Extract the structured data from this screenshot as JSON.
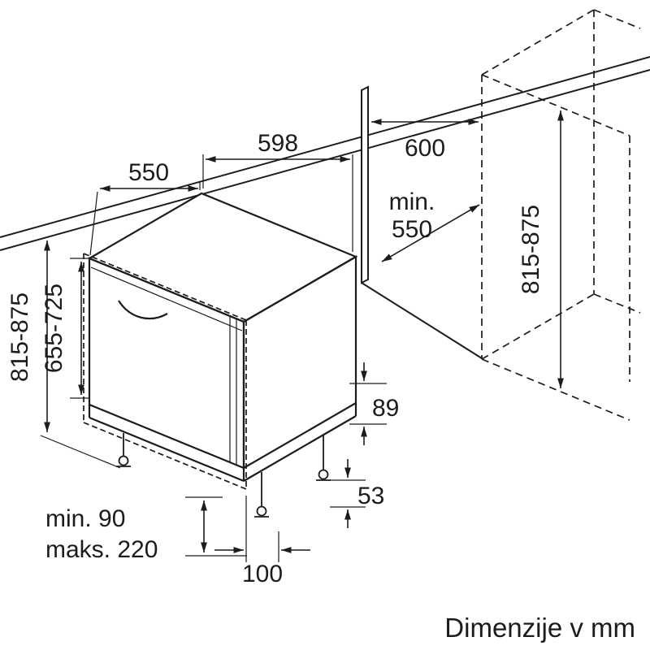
{
  "title": "Dishwasher built-in installation drawing",
  "caption": "Dimenzije v mm",
  "dimensions": {
    "top_depth": "550",
    "top_width": "598",
    "niche_width": "600",
    "niche_depth_line1": "min.",
    "niche_depth_line2": "550",
    "overall_height": "815-875",
    "door_panel_height": "655-725",
    "niche_height": "815-875",
    "rear_clearance": "89",
    "rear_foot_offset": "53",
    "front_foot_setback": "100",
    "plinth_min": "min. 90",
    "plinth_max": "maks. 220"
  }
}
